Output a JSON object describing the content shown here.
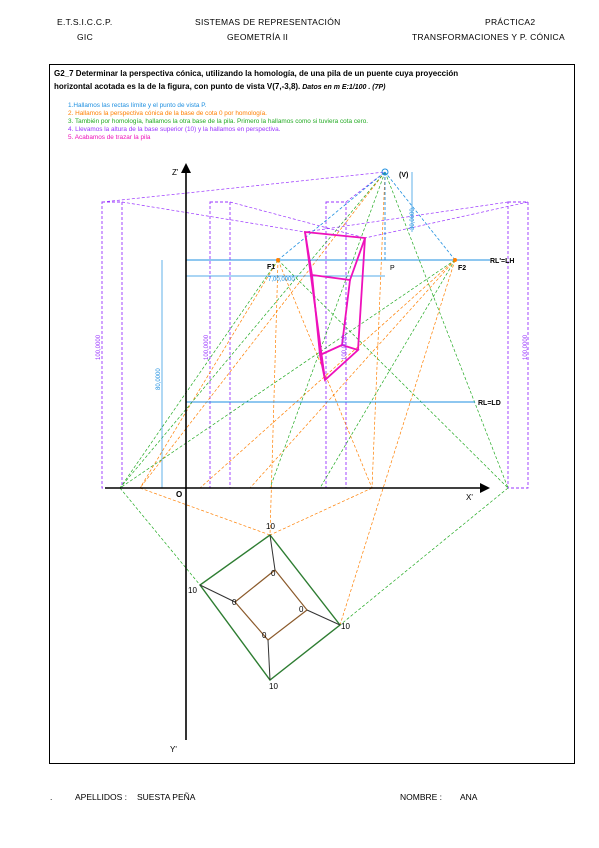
{
  "header": {
    "school": "E.T.S.I.C.C.P.",
    "group": "GIC",
    "subject": "SISTEMAS DE REPRESENTACIÓN",
    "course": "GEOMETRÍA II",
    "practice": "PRÁCTICA2",
    "topic": "TRANSFORMACIONES Y P. CÓNICA"
  },
  "statement": {
    "line1": "G2_7 Determinar la perspectiva cónica, utilizando la homología,  de una pila de un puente cuya proyección",
    "line2_main": "horizontal acotada es la de la figura, con punto de vista V(7,-3,8).",
    "line2_data": " Datos en m E:1/100 . (7P)"
  },
  "steps": [
    {
      "text": "1.Hallamos las rectas límite y el punto de vista P.",
      "color": "#1e8fe0"
    },
    {
      "text": "2. Hallamos la perspectiva cónica de la base de cota 0 por homología.",
      "color": "#ff7f00"
    },
    {
      "text": "3. También por homología, hallamos la otra base de la pila. Primero la hallamos como si tuviera cota cero.",
      "color": "#22aa22"
    },
    {
      "text": "4. Llevamos la altura de la base superior (10) y la hallamos en perspectiva.",
      "color": "#9933ff"
    },
    {
      "text": "5. Acabamos de trazar la pila",
      "color": "#ee11bb"
    }
  ],
  "drawing": {
    "axis_z": "Z'",
    "axis_x": "X'",
    "axis_y": "Y'",
    "origin": "O",
    "point_v": "(V)",
    "point_p": "P",
    "f1": "F1",
    "f2": "F2",
    "rl_lh": "RL'=LH",
    "rl_ld": "RL=LD",
    "dim_vp": "30,0000",
    "dim_p": "7,00,0000",
    "dim_height": "80,0000",
    "dim_tall": "100,0000",
    "elev_labels": [
      "10",
      "10",
      "10",
      "10",
      "0",
      "0",
      "0",
      "0"
    ],
    "colors": {
      "blue": "#1e8fe0",
      "orange": "#ff7f00",
      "green": "#22aa22",
      "purple": "#9933ff",
      "magenta": "#ee11bb",
      "dark_green": "#2e7d32",
      "brown": "#8b5a2b"
    }
  },
  "footer": {
    "dot": ".",
    "surname_label": "APELLIDOS :",
    "surname": "SUESTA PEÑA",
    "name_label": "NOMBRE :",
    "name": "ANA"
  }
}
